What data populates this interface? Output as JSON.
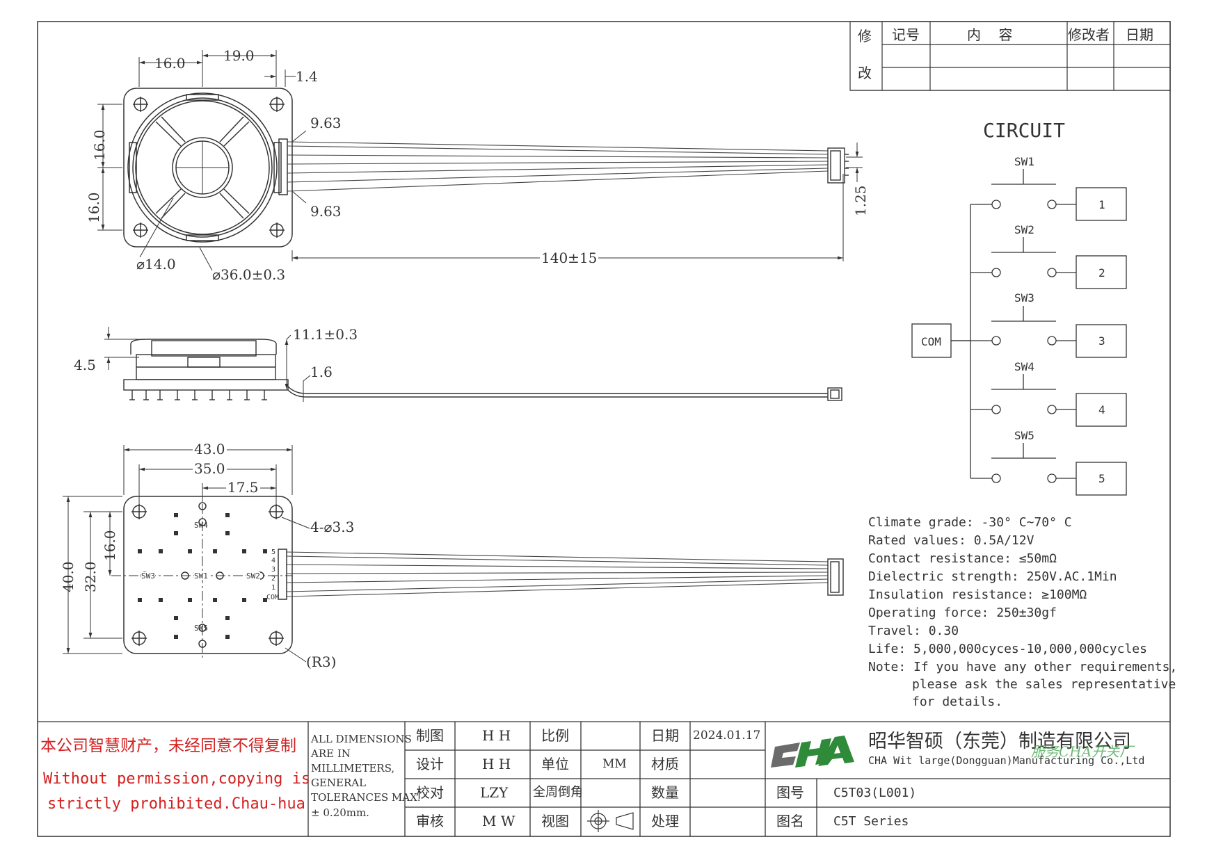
{
  "revision_table": {
    "col_mark1": "修",
    "col_mark2": "改",
    "col_record": "记号",
    "col_content": "内    容",
    "col_modifier": "修改者",
    "col_date": "日期"
  },
  "top_view": {
    "dim_16_top": "16.0",
    "dim_19": "19.0",
    "dim_1_4": "1.4",
    "dim_16_left_upper": "16.0",
    "dim_16_left_lower": "16.0",
    "dim_9_63_upper": "9.63",
    "dim_9_63_lower": "9.63",
    "dim_1_25": "1.25",
    "dim_dia14": "⌀14.0",
    "dim_dia36": "⌀36.0±0.3",
    "dim_140": "140±15"
  },
  "side_view": {
    "dim_11_1": "11.1±0.3",
    "dim_4_5": "4.5",
    "dim_1_6": "1.6"
  },
  "bottom_view": {
    "dim_43": "43.0",
    "dim_35": "35.0",
    "dim_17_5": "17.5",
    "dim_16": "16.0",
    "dim_32": "32.0",
    "dim_40": "40.0",
    "dim_holes": "4-⌀3.3",
    "dim_r3": "(R3)",
    "sw_labels": [
      "SW4",
      "SW3",
      "SW1",
      "SW2",
      "SW5"
    ],
    "pin_labels": [
      "5",
      "4",
      "3",
      "2",
      "1",
      "COM"
    ]
  },
  "circuit": {
    "title": "CIRCUIT",
    "com_label": "COM",
    "switches": [
      {
        "name": "SW1",
        "pin": "1"
      },
      {
        "name": "SW2",
        "pin": "2"
      },
      {
        "name": "SW3",
        "pin": "3"
      },
      {
        "name": "SW4",
        "pin": "4"
      },
      {
        "name": "SW5",
        "pin": "5"
      }
    ]
  },
  "specs": {
    "climate": "Climate grade: -30° C~70° C",
    "rated": "Rated values: 0.5A/12V",
    "contact": "Contact resistance: ≤50mΩ",
    "dielectric": "Dielectric strength: 250V.AC.1Min",
    "insulation": "Insulation resistance: ≥100MΩ",
    "force": "Operating force: 250±30gf",
    "travel": "Travel: 0.30",
    "life": "Life: 5,000,000cyces-10,000,000cycles",
    "note1": "Note: If you have any other requirements,",
    "note2": "please ask the sales representative",
    "note3": "for details."
  },
  "title_block": {
    "copyright_cn": "本公司智慧财产，未经同意不得复制",
    "copyright_en1": "Without permission,copying is",
    "copyright_en2": "strictly prohibited.Chau-hua",
    "tolerance": [
      "ALL DIMENSIONS",
      "ARE IN",
      "MILLIMETERS,",
      "GENERAL",
      "TOLERANCES MAX.",
      "± 0.20mm."
    ],
    "label_draw": "制图",
    "value_draw": "H H",
    "label_design": "设计",
    "value_design": "H H",
    "label_check": "校对",
    "value_check": "LZY",
    "label_review": "审核",
    "value_review": "M W",
    "label_scale": "比例",
    "label_unit": "单位",
    "value_unit": "MM",
    "label_chamfer": "全周倒角",
    "label_view": "视图",
    "label_date": "日期",
    "value_date": "2024.01.17",
    "label_material": "材质",
    "label_qty": "数量",
    "label_treatment": "处理",
    "logo_text": "CHA",
    "company_cn": "昭华智硕（东莞）制造有限公司",
    "company_en": "CHA Wit large(Dongguan)Manufacturing Co.,Ltd",
    "watermark": "服务CHA开关厂",
    "label_drawing_no": "图号",
    "value_drawing_no": "C5T03(L001)",
    "label_drawing_name": "图名",
    "value_drawing_name": "C5T Series"
  },
  "colors": {
    "line": "#333333",
    "red_text": "#d42020",
    "logo_green": "#2f8a3a",
    "logo_gray": "#6b6b6b",
    "watermark": "#3fa34d"
  }
}
